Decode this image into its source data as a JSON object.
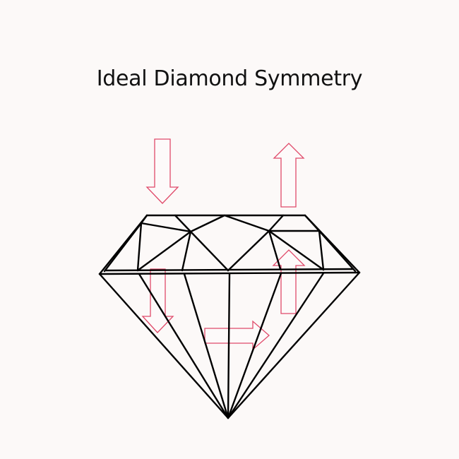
{
  "title": "Ideal Diamond Symmetry",
  "colors": {
    "background": "#fcf9f8",
    "outline": "#000000",
    "arrow": "#e04a6a",
    "text": "#111111"
  },
  "diagram": {
    "subject": "brilliant-cut diamond side profile",
    "parts": [
      "table",
      "crown",
      "girdle",
      "pavilion",
      "culet"
    ],
    "arrows": [
      {
        "id": "arrow-above-left",
        "direction": "down",
        "position": "above crown, left"
      },
      {
        "id": "arrow-above-right",
        "direction": "up",
        "position": "above crown, right"
      },
      {
        "id": "arrow-pavilion-left",
        "direction": "down",
        "position": "pavilion, left"
      },
      {
        "id": "arrow-pavilion-center",
        "direction": "right",
        "position": "pavilion, center"
      },
      {
        "id": "arrow-pavilion-right",
        "direction": "up",
        "position": "crown/pavilion, right"
      }
    ]
  }
}
